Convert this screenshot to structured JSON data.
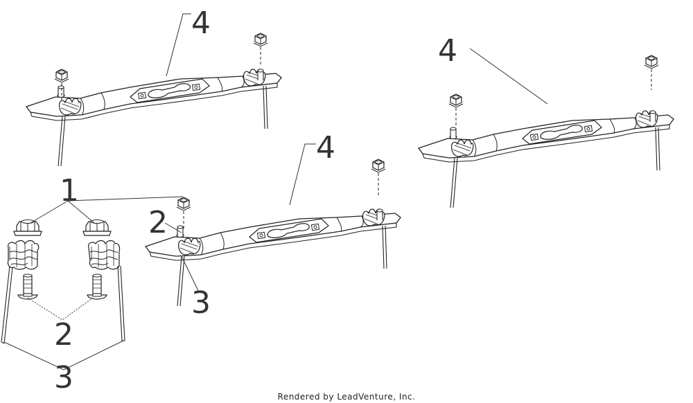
{
  "callouts": {
    "c1": "1",
    "c2a": "2",
    "c2b": "2",
    "c3a": "3",
    "c3b": "3",
    "c4a": "4",
    "c4b": "4",
    "c4c": "4"
  },
  "footer": {
    "credit": "Rendered by LeadVenture, Inc."
  }
}
